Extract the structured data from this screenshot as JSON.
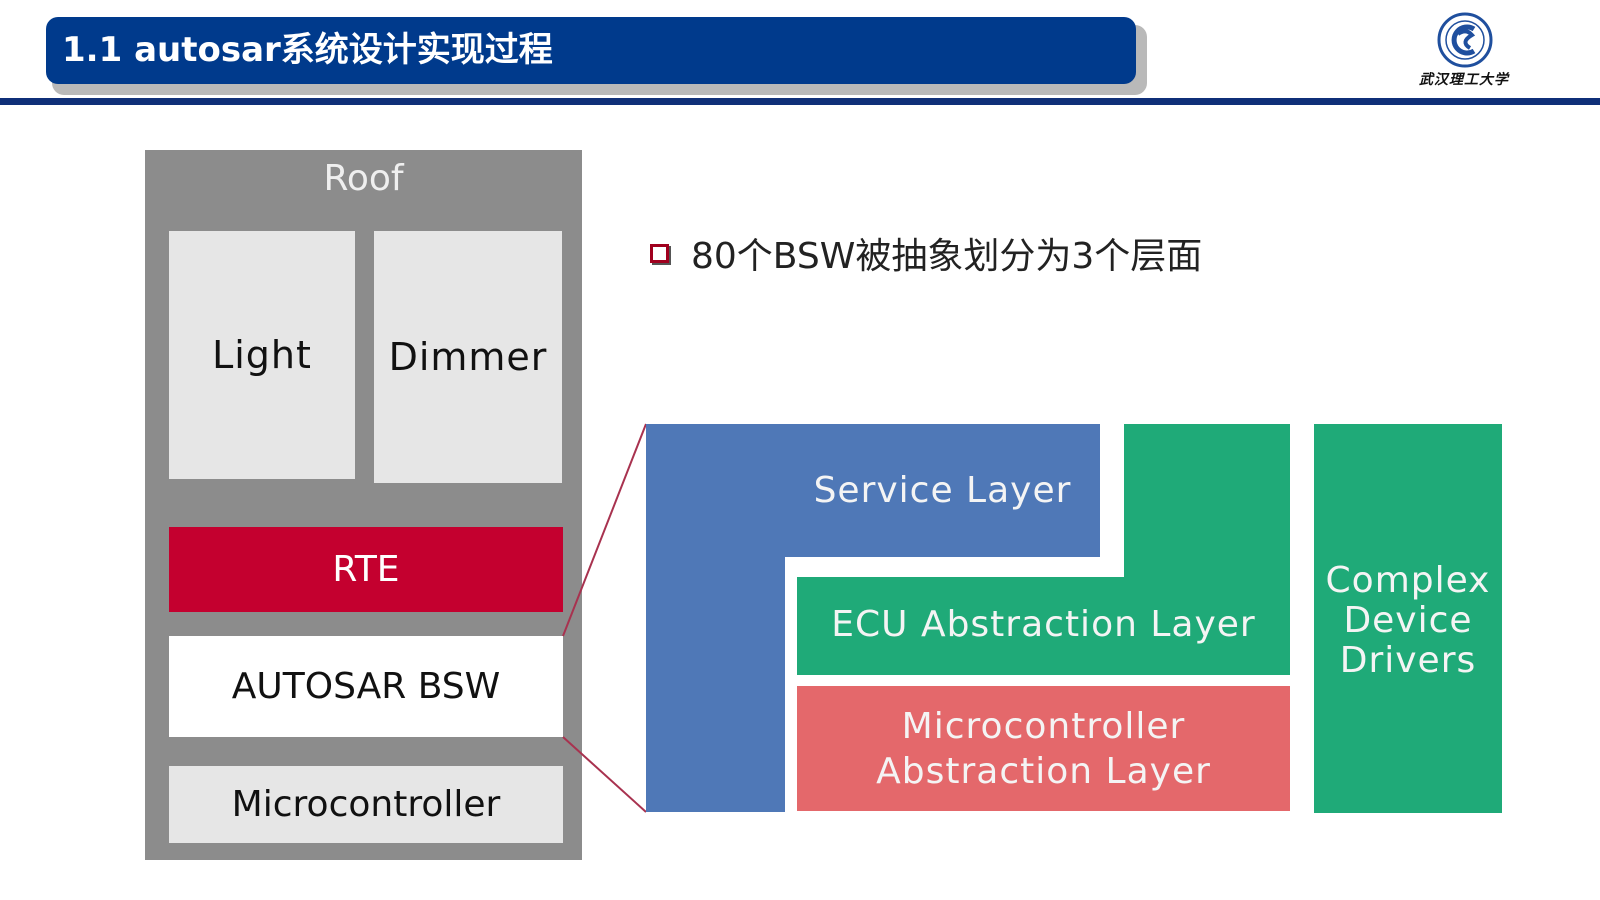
{
  "header": {
    "title": "1.1  autosar系统设计实现过程",
    "logo_text": "武汉理工大学"
  },
  "stack": {
    "roof": "Roof",
    "apps": [
      "Light",
      "Dimmer"
    ],
    "rte": "RTE",
    "bsw": "AUTOSAR BSW",
    "microcontroller": "Microcontroller"
  },
  "bullet": {
    "text": "80个BSW被抽象划分为3个层面"
  },
  "layers": {
    "service": "Service Layer",
    "ecu": "ECU Abstraction Layer",
    "mcal_line1": "Microcontroller",
    "mcal_line2": "Abstraction Layer",
    "cdd_line1": "Complex",
    "cdd_line2": "Device",
    "cdd_line3": "Drivers"
  },
  "colors": {
    "title_bar": "#003a8c",
    "service": "#4f78b7",
    "ecu": "#1faa78",
    "mcal": "#e4686b",
    "rte": "#c4002f",
    "stack_frame": "#8c8c8c"
  }
}
